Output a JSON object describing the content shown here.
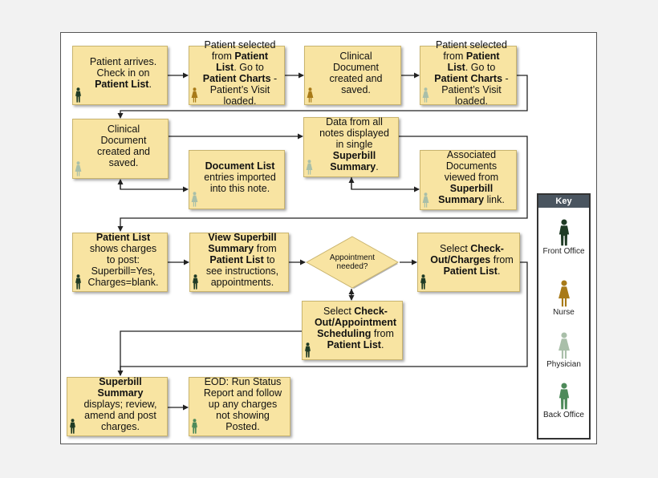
{
  "colors": {
    "front_office": "#1f3b25",
    "nurse": "#a87a18",
    "physician": "#a9bfa9",
    "back_office": "#4e8a5a",
    "box_fill": "#f8e4a2",
    "connector": "#222222"
  },
  "boxes": [
    {
      "id": "b1",
      "role": "front_office",
      "parts": [
        {
          "t": "Patient arrives. Check in on "
        },
        {
          "t": "Patient List",
          "b": true
        },
        {
          "t": "."
        }
      ]
    },
    {
      "id": "b2",
      "role": "nurse",
      "parts": [
        {
          "t": "Patient selected from "
        },
        {
          "t": "Patient List",
          "b": true
        },
        {
          "t": ". Go to "
        },
        {
          "t": "Patient Charts",
          "b": true
        },
        {
          "t": " - Patient’s Visit loaded."
        }
      ]
    },
    {
      "id": "b3",
      "role": "nurse",
      "parts": [
        {
          "t": "Clinical Document created and saved."
        }
      ]
    },
    {
      "id": "b4",
      "role": "physician",
      "parts": [
        {
          "t": "Patient selected from "
        },
        {
          "t": "Patient List",
          "b": true
        },
        {
          "t": ". Go to "
        },
        {
          "t": "Patient Charts",
          "b": true
        },
        {
          "t": " - Patient’s Visit loaded."
        }
      ]
    },
    {
      "id": "b5",
      "role": "physician",
      "parts": [
        {
          "t": "Clinical Document created and saved."
        }
      ]
    },
    {
      "id": "b6",
      "role": "physician",
      "parts": [
        {
          "t": "Document List",
          "b": true
        },
        {
          "t": " entries imported into this note."
        }
      ]
    },
    {
      "id": "b7",
      "role": "physician",
      "parts": [
        {
          "t": "Data from all notes displayed in single "
        },
        {
          "t": "Superbill Summary",
          "b": true
        },
        {
          "t": "."
        }
      ]
    },
    {
      "id": "b8",
      "role": "physician",
      "parts": [
        {
          "t": "Associated Documents viewed from "
        },
        {
          "t": "Superbill Summary",
          "b": true
        },
        {
          "t": " link."
        }
      ]
    },
    {
      "id": "b9",
      "role": "front_office",
      "parts": [
        {
          "t": "Patient List",
          "b": true
        },
        {
          "t": " shows charges to post: Superbill=Yes, Charges=blank."
        }
      ]
    },
    {
      "id": "b10",
      "role": "front_office",
      "parts": [
        {
          "t": "View Superbill Summary",
          "b": true
        },
        {
          "t": " from "
        },
        {
          "t": "Patient List",
          "b": true
        },
        {
          "t": " to see instructions, appointments."
        }
      ]
    },
    {
      "id": "b11",
      "role": "front_office",
      "parts": [
        {
          "t": "Select "
        },
        {
          "t": "Check-Out/Charges",
          "b": true
        },
        {
          "t": " from "
        },
        {
          "t": "Patient List",
          "b": true
        },
        {
          "t": "."
        }
      ]
    },
    {
      "id": "b12",
      "role": "front_office",
      "parts": [
        {
          "t": "Select "
        },
        {
          "t": "Check-Out/Appointment Scheduling",
          "b": true
        },
        {
          "t": " from "
        },
        {
          "t": "Patient List",
          "b": true
        },
        {
          "t": "."
        }
      ]
    },
    {
      "id": "b13",
      "role": "front_office",
      "parts": [
        {
          "t": "Superbill Summary",
          "b": true
        },
        {
          "t": " displays; review, amend and post charges."
        }
      ]
    },
    {
      "id": "b14",
      "role": "back_office",
      "parts": [
        {
          "t": "EOD:  Run Status Report and follow up any charges not showing Posted."
        }
      ]
    }
  ],
  "decision": {
    "label": "Appointment needed?"
  },
  "key": {
    "title": "Key",
    "items": [
      {
        "role": "front_office",
        "label": "Front Office"
      },
      {
        "role": "nurse",
        "label": "Nurse"
      },
      {
        "role": "physician",
        "label": "Physician"
      },
      {
        "role": "back_office",
        "label": "Back Office"
      }
    ]
  }
}
